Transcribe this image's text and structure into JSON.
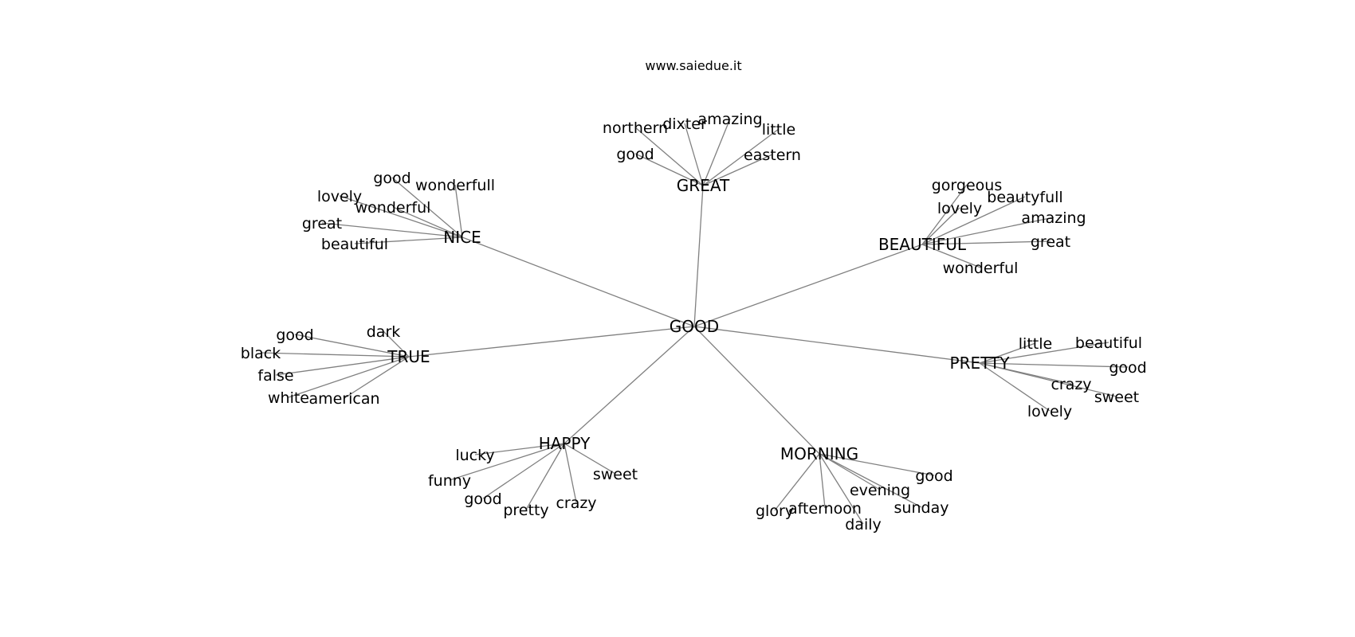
{
  "header": {
    "site": "www.saiedue.it"
  },
  "graph": {
    "root": "GOOD",
    "hubs": [
      {
        "label": "GREAT",
        "children": [
          "northern",
          "dixter",
          "amazing",
          "little",
          "good",
          "eastern"
        ]
      },
      {
        "label": "NICE",
        "children": [
          "good",
          "wonderfull",
          "lovely",
          "wonderful",
          "great",
          "beautiful"
        ]
      },
      {
        "label": "BEAUTIFUL",
        "children": [
          "gorgeous",
          "beautyfull",
          "lovely",
          "amazing",
          "great",
          "wonderful"
        ]
      },
      {
        "label": "TRUE",
        "children": [
          "dark",
          "good",
          "black",
          "false",
          "white",
          "american"
        ]
      },
      {
        "label": "PRETTY",
        "children": [
          "little",
          "beautiful",
          "good",
          "crazy",
          "sweet",
          "lovely"
        ]
      },
      {
        "label": "HAPPY",
        "children": [
          "lucky",
          "funny",
          "good",
          "pretty",
          "crazy",
          "sweet"
        ]
      },
      {
        "label": "MORNING",
        "children": [
          "good",
          "evening",
          "sunday",
          "glory",
          "afternoon",
          "daily"
        ]
      }
    ]
  }
}
